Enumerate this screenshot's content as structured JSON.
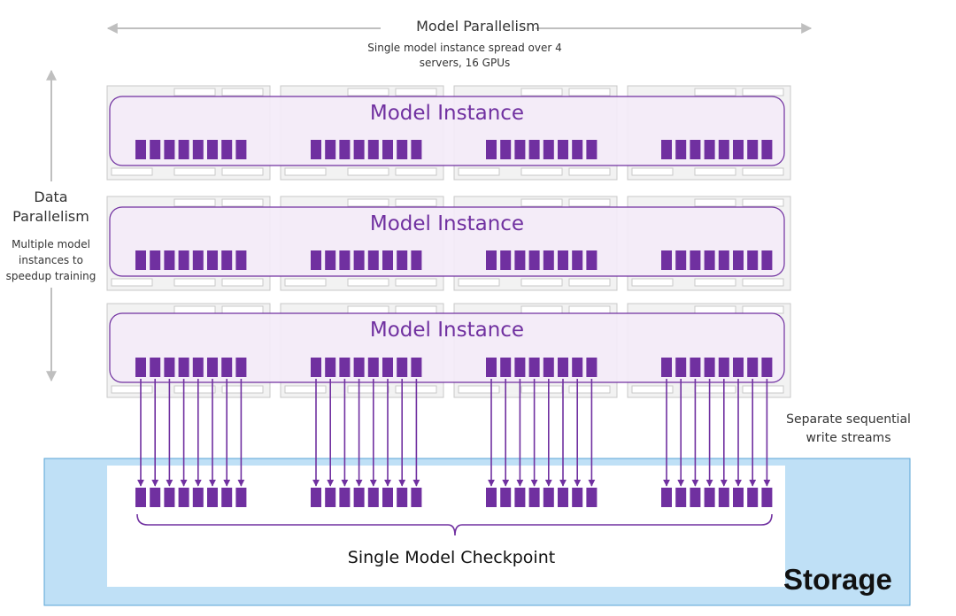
{
  "model_parallelism": {
    "title": "Model Parallelism",
    "subtitle_line1": "Single model instance spread over 4",
    "subtitle_line2": "servers, 16 GPUs"
  },
  "data_parallelism": {
    "title_line1": "Data",
    "title_line2": "Parallelism",
    "subtitle_line1": "Multiple model",
    "subtitle_line2": "instances to",
    "subtitle_line3": "speedup training"
  },
  "model_instances": [
    {
      "label": "Model Instance"
    },
    {
      "label": "Model Instance"
    },
    {
      "label": "Model Instance"
    }
  ],
  "write_streams": {
    "line1": "Separate sequential",
    "line2": "write streams"
  },
  "checkpoint": {
    "label": "Single Model Checkpoint"
  },
  "storage": {
    "label": "Storage"
  },
  "colors": {
    "purple": "#7030a0",
    "instance_fill": "#f4ecf8",
    "storage_fill": "#bfe0f6",
    "storage_border": "#5aa5d6",
    "server_fill": "#f2f2f2",
    "arrow_gray": "#bfbfbf"
  }
}
